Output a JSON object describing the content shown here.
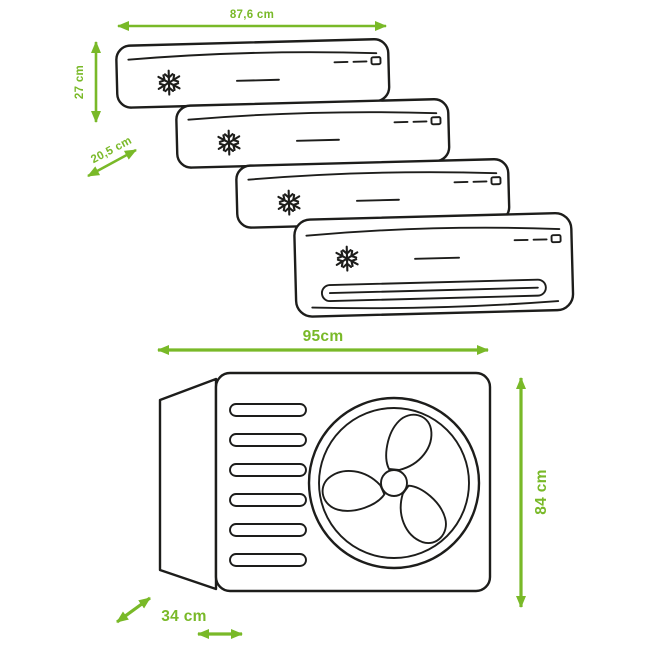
{
  "colors": {
    "accent": "#79b928",
    "line": "#1d1d1b"
  },
  "indoor_units": {
    "count": 4,
    "icon": "snowflake-icon",
    "dimensions": {
      "width": "87,6 cm",
      "height": "27 cm",
      "depth": "20,5 cm"
    }
  },
  "outdoor_unit": {
    "icon": "fan-icon",
    "dimensions": {
      "width": "95cm",
      "height": "84 cm",
      "depth": "34 cm"
    }
  }
}
